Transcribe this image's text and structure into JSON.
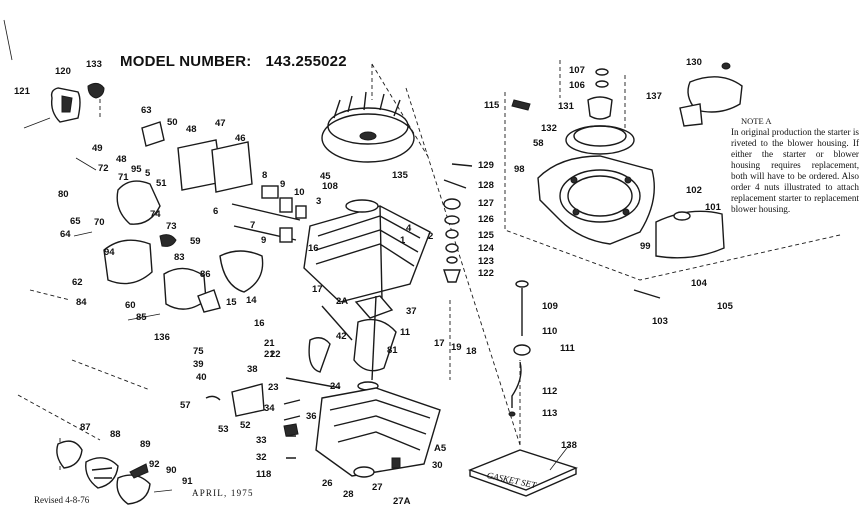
{
  "header": {
    "model_label": "MODEL NUMBER:",
    "model_number": "143.255022"
  },
  "note": {
    "heading": "NOTE A",
    "text": "In original production the starter is riveted to the blower housing. If either the starter or blower housing requires replacement, both will have to be ordered. Also order 4 nuts illustrated to attach replacement starter to replacement blower housing."
  },
  "footer": {
    "revised": "Revised 4-8-76",
    "date": "APRIL, 1975"
  },
  "gasket_set_label": "GASKET SET",
  "callouts": [
    "121",
    "120",
    "133",
    "63",
    "50",
    "48",
    "47",
    "46",
    "49",
    "48",
    "95",
    "51",
    "80",
    "72",
    "71",
    "5",
    "74",
    "73",
    "6",
    "8",
    "9",
    "10",
    "3",
    "7",
    "9",
    "4",
    "2",
    "1",
    "65",
    "64",
    "70",
    "94",
    "59",
    "62",
    "83",
    "86",
    "15",
    "14",
    "16",
    "17",
    "2A",
    "42",
    "37",
    "84",
    "60",
    "85",
    "136",
    "16",
    "21",
    "21",
    "22",
    "11",
    "75",
    "39",
    "38",
    "40",
    "81",
    "17",
    "19",
    "18",
    "23",
    "57",
    "53",
    "52",
    "24",
    "34",
    "33",
    "36",
    "118",
    "32",
    "87",
    "88",
    "89",
    "92",
    "90",
    "91",
    "26",
    "28",
    "27",
    "27A",
    "30",
    "A5",
    "138",
    "45",
    "108",
    "135",
    "129",
    "128",
    "127",
    "126",
    "125",
    "124",
    "123",
    "122",
    "107",
    "106",
    "131",
    "130",
    "137",
    "115",
    "132",
    "58",
    "98",
    "102",
    "101",
    "99",
    "104",
    "103",
    "105",
    "109",
    "110",
    "111",
    "112",
    "113"
  ]
}
